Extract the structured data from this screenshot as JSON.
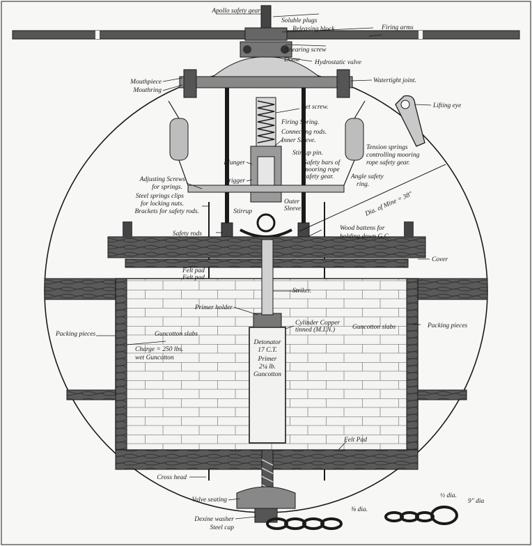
{
  "colors": {
    "paper": "#f7f7f5",
    "ink": "#1a1a1a",
    "wood": "#555555",
    "slab": "#f4f4f2",
    "spring": "#bdbdbd"
  },
  "labels": {
    "apollo_safety_gear": "Apollo safety gear",
    "soluble_plugs": "Soluble plugs",
    "releasing_block": "Releasing block",
    "firing_arms": "Firing arms",
    "shearing_screw": "Shearing screw",
    "dome": "Dome",
    "hydrostatic_valve": "Hydrostatic valve",
    "mouthpiece": "Mouthpiece",
    "mouthring": "Mouthring",
    "watertight_joint": "Watertight joint.",
    "lifting_eye": "Lifting eye",
    "set_screw": "Set screw.",
    "firing_spring": "Firing Spring.",
    "connecting_rods": "Connecting rods.",
    "inner_sleeve": "Inner Sleeve.",
    "stirrup_pin": "Stirrup pin.",
    "plunger": "Plunger",
    "trigger": "Trigger",
    "safety_bars_1": "Safety bars of",
    "safety_bars_2": "mooring rope",
    "safety_bars_3": "safety gear.",
    "tension_springs_1": "Tension springs",
    "tension_springs_2": "controlling mooring",
    "tension_springs_3": "rope safety gear.",
    "angle_safety_ring_1": "Angle safety",
    "angle_safety_ring_2": "ring.",
    "adjusting_screws_1": "Adjusting Screws",
    "adjusting_screws_2": "for springs.",
    "steel_spring_clips_1": "Steel springs clips",
    "steel_spring_clips_2": "for locking nuts.",
    "brackets": "Brackets for safety rods.",
    "outer_sleeve_1": "Outer",
    "outer_sleeve_2": "Sleeve",
    "stirrup": "Stirrup",
    "dia_of_mine": "Dia. of Mine = 38\"",
    "safety_rods": "Safety rods",
    "wood_battens_1": "Wood battens for",
    "wood_battens_2": "holding down G.C.",
    "cover": "Cover",
    "felt_pad_a": "Felt pad",
    "felt_pad_b": "Felt pad",
    "striker": "Striker.",
    "primer_holder": "Primer holder",
    "guncotton_slabs_left": "Guncotton slabs",
    "guncotton_slabs_right": "Guncotton slabs",
    "cylinder_copper_1": "Cylinder Copper",
    "cylinder_copper_2": "tinned (M.I.N.)",
    "packing_pieces_left": "Packing pieces",
    "packing_pieces_right": "Packing pieces",
    "charge_1": "Charge = 250 lbs.",
    "charge_2": "wet Guncotton",
    "detonator_1": "Detonator",
    "detonator_2": "17 C.T.",
    "primer_1": "Primer",
    "primer_2": "2¼ lb.",
    "primer_3": "Guncotton",
    "felt_pad_bottom": "Felt Pad",
    "cross_head": "Cross head",
    "valve_seating": "Valve seating",
    "dexine_washer": "Dexine washer",
    "steel_cap": "Steel cap",
    "chain_dia_1": "⅜ dia.",
    "chain_dia_2": "½ dia.",
    "chain_dia_3": "9\" dia"
  }
}
